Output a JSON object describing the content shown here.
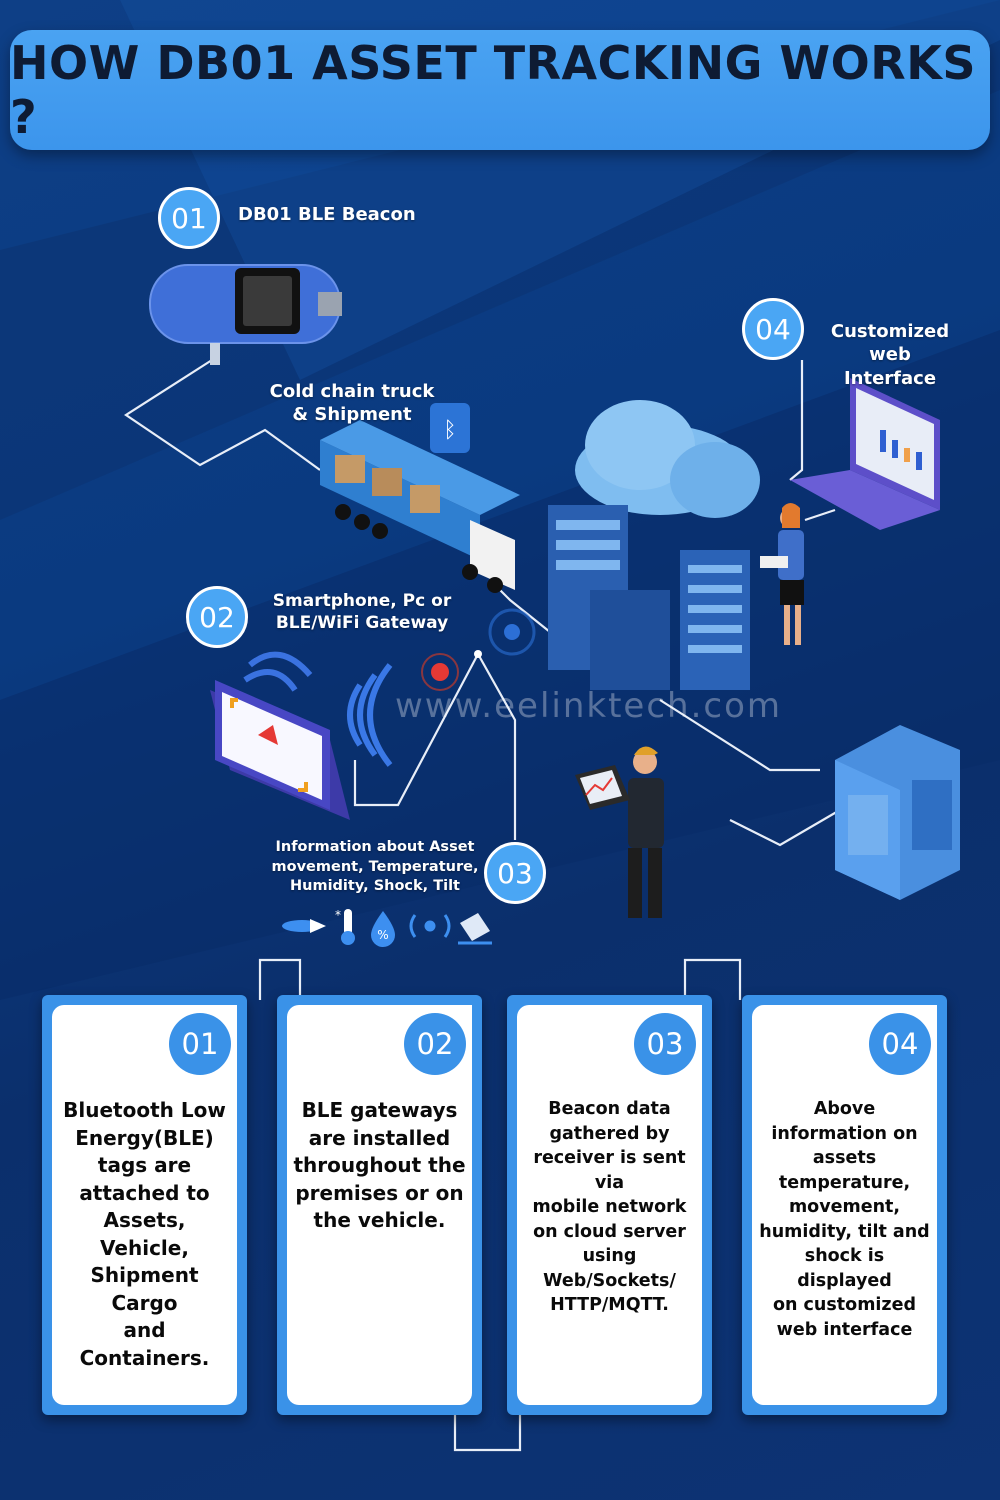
{
  "title": "HOW DB01 ASSET TRACKING WORKS ?",
  "diagram": {
    "steps": [
      {
        "number": "01",
        "label": "DB01 BLE Beacon"
      },
      {
        "number": "02",
        "label_lines": [
          "Smartphone, Pc or",
          "BLE/WiFi Gateway"
        ]
      },
      {
        "number": "03",
        "label_lines": [
          "Information about  Asset",
          "movement, Temperature,",
          "Humidity, Shock, Tilt"
        ]
      },
      {
        "number": "04",
        "label_lines": [
          "Customized web",
          "Interface"
        ]
      }
    ],
    "truck_label_lines": [
      "Cold chain truck",
      "& Shipment"
    ],
    "watermark": "www.eelinktech.com",
    "sensor_icons": [
      "movement-icon",
      "thermometer-icon",
      "humidity-icon",
      "shock-icon",
      "tilt-icon"
    ],
    "colors": {
      "accent": "#3a92e8",
      "background": "#0e3f86",
      "title_text": "#0e1b33"
    }
  },
  "cards": [
    {
      "number": "01",
      "lines": [
        "Bluetooth Low",
        "Energy(BLE)",
        "tags are",
        "attached to",
        "Assets, Vehicle,",
        "Shipment Cargo",
        "and Containers."
      ]
    },
    {
      "number": "02",
      "lines": [
        "BLE gateways",
        "are installed",
        "throughout the",
        "premises or on",
        "the vehicle."
      ]
    },
    {
      "number": "03",
      "lines": [
        "Beacon data",
        "gathered by",
        "receiver is sent via",
        "mobile network",
        "on cloud server",
        "using",
        "Web/Sockets/",
        "HTTP/MQTT."
      ]
    },
    {
      "number": "04",
      "lines": [
        "Above",
        "information on",
        "assets",
        "temperature,",
        "movement,",
        "humidity, tilt and",
        "shock is displayed",
        "on customized",
        "web interface"
      ]
    }
  ]
}
